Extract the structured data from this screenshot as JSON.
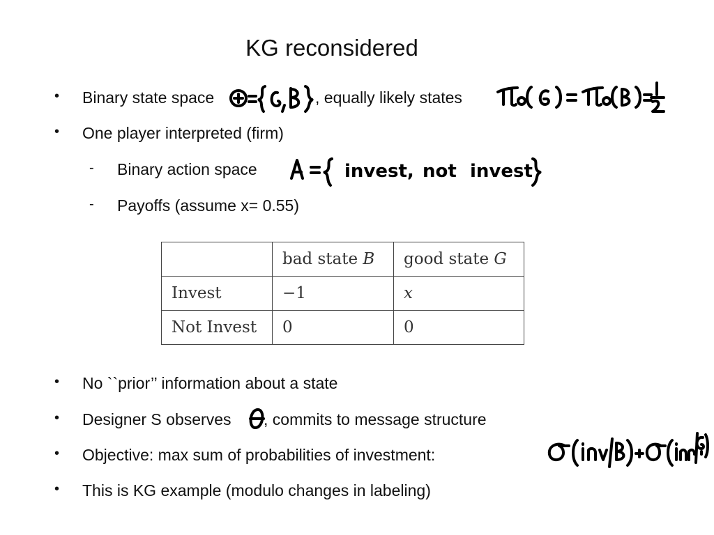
{
  "slide": {
    "title": "KG reconsidered"
  },
  "bullets_top": [
    {
      "text_a": "Binary state space",
      "text_b": ", equally likely states"
    },
    {
      "text": "One player interpreted (firm)"
    }
  ],
  "sub_items": [
    {
      "marker": "-",
      "text": "Binary action space"
    },
    {
      "marker": "-",
      "text": "Payoffs  (assume  x= 0.55)"
    }
  ],
  "bullet_marker": "•",
  "table": {
    "headers": [
      "",
      "bad state ",
      "good state "
    ],
    "header_vars": [
      "",
      "B",
      "G"
    ],
    "rows": [
      {
        "label": "Invest",
        "bad": "−1",
        "good": "x"
      },
      {
        "label": "Not Invest",
        "bad": "0",
        "good": "0"
      }
    ]
  },
  "bullets_bottom": [
    {
      "text": "No ``prior’’ information about a state"
    },
    {
      "text_a": "Designer S observes",
      "text_b": ", commits to message structure"
    },
    {
      "text": "Objective: max sum of probabilities of investment:"
    },
    {
      "text": "This is KG example (modulo changes in labeling)"
    }
  ],
  "handwriting": {
    "state_space": "Θ={G,B}",
    "prior": "π₀(G) = π₀(B) = 1/2",
    "actions": "A = { invest, not invest }",
    "theta": "θ",
    "objective": "σ(Inv|B) + σ(Inv|G)"
  }
}
